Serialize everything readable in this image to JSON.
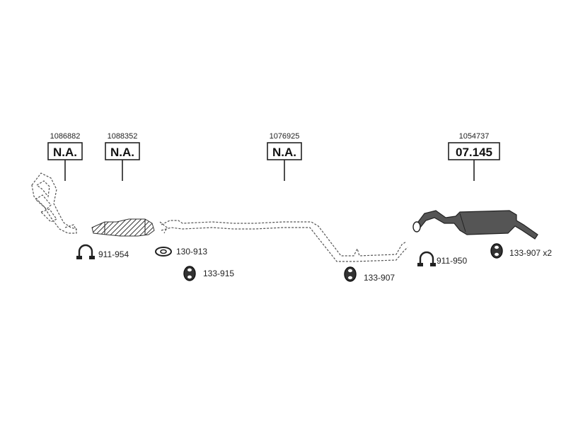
{
  "callouts": [
    {
      "ref": "1086882",
      "label": "N.A."
    },
    {
      "ref": "1088352",
      "label": "N.A."
    },
    {
      "ref": "1076925",
      "label": "N.A."
    },
    {
      "ref": "1054737",
      "label": "07.145"
    }
  ],
  "parts": [
    {
      "code": "911-954",
      "icon": "clamp-icon"
    },
    {
      "code": "130-913",
      "icon": "gasket-icon"
    },
    {
      "code": "133-915",
      "icon": "rubber-mount-icon"
    },
    {
      "code": "133-907",
      "icon": "rubber-mount-icon"
    },
    {
      "code": "911-950",
      "icon": "clamp-icon"
    },
    {
      "code": "133-907 x2",
      "icon": "rubber-mount-icon"
    }
  ],
  "colors": {
    "line": "#222222",
    "fill": "#555555"
  }
}
